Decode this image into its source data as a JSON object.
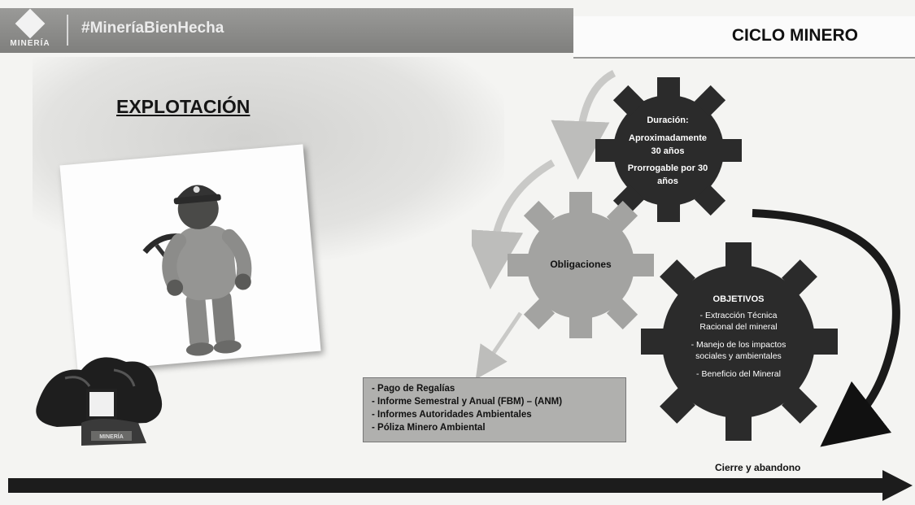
{
  "header": {
    "logo_text": "MINERÍA",
    "hashtag": "#MineríaBienHecha",
    "section_title": "CICLO MINERO"
  },
  "main": {
    "title": "EXPLOTACIÓN",
    "coal_sign": "MINERÍA"
  },
  "gears": {
    "duracion": {
      "title": "Duración:",
      "line1": "Aproximadamente",
      "line2": "30 años",
      "line3": "Prorrogable por 30",
      "line4": "años"
    },
    "obligaciones": {
      "label": "Obligaciones"
    },
    "objetivos": {
      "title": "OBJETIVOS",
      "line1": "- Extracción Técnica",
      "line2": "Racional del mineral",
      "line3": "- Manejo de los impactos",
      "line4": "sociales y ambientales",
      "line5": "- Beneficio del Mineral"
    }
  },
  "obligations_list": [
    "Pago de Regalías",
    "Informe Semestral y Anual (FBM) – (ANM)",
    "Informes Autoridades Ambientales",
    "Póliza Minero Ambiental"
  ],
  "footer": {
    "cierre": "Cierre y abandono"
  },
  "colors": {
    "header_bar": "#8c8c8a",
    "dark_gear": "#2b2b2b",
    "light_gear": "#a3a3a1",
    "box": "#b0b0ae",
    "arrow": "#1c1c1c"
  }
}
